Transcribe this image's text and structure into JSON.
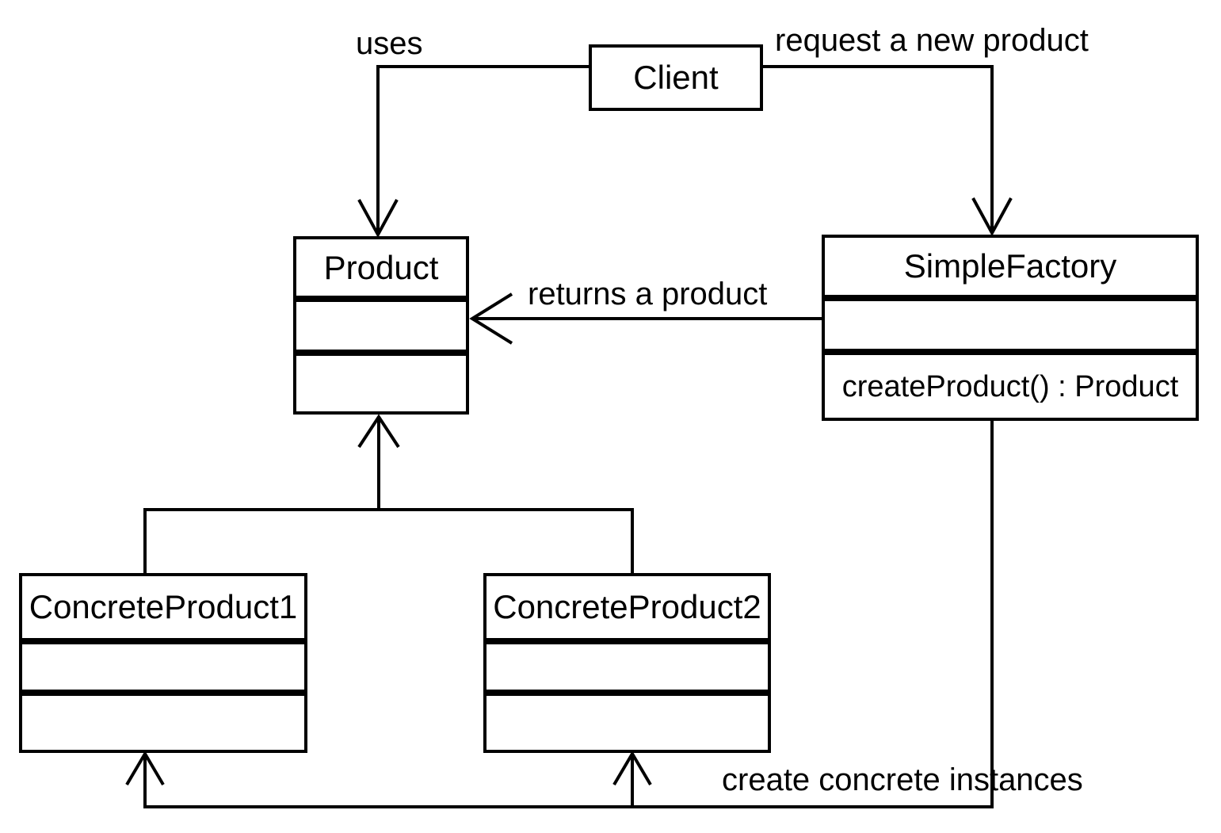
{
  "classes": {
    "client": {
      "name": "Client"
    },
    "product": {
      "name": "Product"
    },
    "simple_factory": {
      "name": "SimpleFactory",
      "method": "createProduct() : Product"
    },
    "concrete_product1": {
      "name": "ConcreteProduct1"
    },
    "concrete_product2": {
      "name": "ConcreteProduct2"
    }
  },
  "edge_labels": {
    "uses": "uses",
    "request": "request a new product",
    "returns": "returns a product",
    "create": "create concrete instances"
  },
  "colors": {
    "line": "#000000",
    "background": "#ffffff",
    "box_fill": "#ffffff"
  }
}
